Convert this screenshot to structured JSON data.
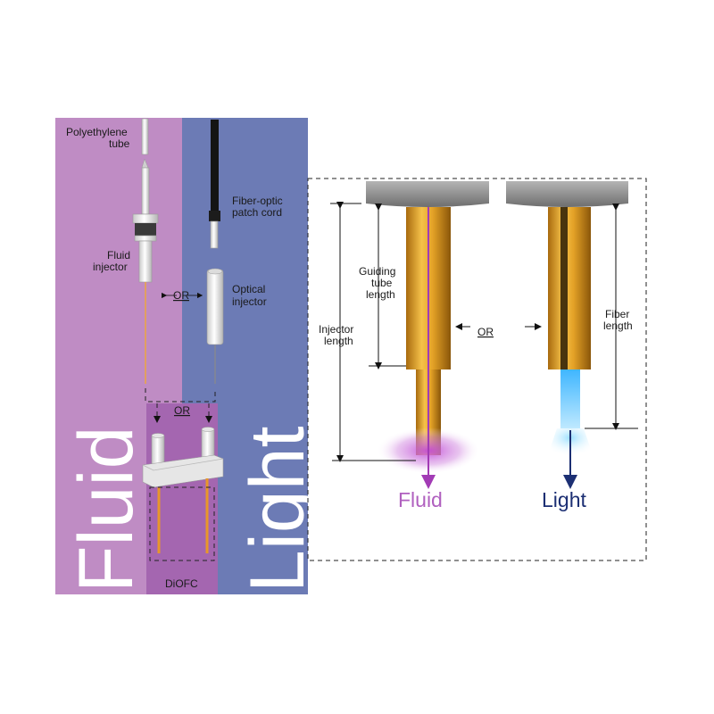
{
  "left_panel": {
    "big_fluid": "Fluid",
    "big_light": "Light",
    "polyethylene_tube": [
      "Polyethylene",
      "tube"
    ],
    "fluid_injector": [
      "Fluid",
      "injector"
    ],
    "fiber_optic_patch_cord": [
      "Fiber-optic",
      "patch cord"
    ],
    "optical_injector": [
      "Optical",
      "injector"
    ],
    "or_small_1": "OR",
    "or_small_2": "OR",
    "diofc": "DiOFC"
  },
  "right_panel": {
    "guiding_tube_length": [
      "Guiding",
      "tube",
      "length"
    ],
    "injector_length": [
      "Injector",
      "length"
    ],
    "fiber_length": [
      "Fiber",
      "length"
    ],
    "or_large": "OR",
    "fluid_output": "Fluid",
    "light_output": "Light"
  },
  "colors": {
    "fluid_panel": "#bf8cc4",
    "light_panel": "#6c7bb5",
    "diofc_panel": "#a466b0",
    "fluid_text": "#b060bf",
    "light_text": "#1c2f73",
    "gold": "#e3a126",
    "cap_gray": "#8c8c8c",
    "light_beam": "#6fd0ff"
  }
}
